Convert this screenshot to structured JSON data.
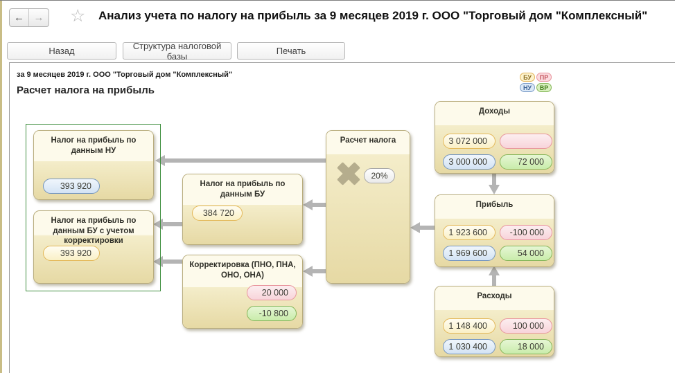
{
  "header": {
    "back_icon": "←",
    "forward_icon": "→",
    "favorite_icon": "☆",
    "title": "Анализ учета по налогу на прибыль за 9 месяцев 2019 г. ООО \"Торговый дом \"Комплексный\""
  },
  "toolbar": {
    "back_label": "Назад",
    "structure_label": "Структура налоговой базы",
    "print_label": "Печать"
  },
  "report": {
    "subtitle": "за 9 месяцев 2019 г. ООО \"Торговый дом \"Комплексный\"",
    "section_title": "Расчет налога на прибыль"
  },
  "legend": {
    "bu": "БУ",
    "pr": "ПР",
    "nu": "НУ",
    "vr": "ВР"
  },
  "diagram": {
    "tax_nu": {
      "title": "Налог на прибыль по данным НУ",
      "value": "393 920"
    },
    "tax_bu_corrected": {
      "title": "Налог на прибыль по данным БУ с учетом корректировки",
      "value": "393 920"
    },
    "tax_bu": {
      "title": "Налог на прибыль по данным БУ",
      "value": "384 720"
    },
    "correction": {
      "title": "Корректировка (ПНО, ПНА, ОНО, ОНА)",
      "pr": "20 000",
      "vr": "-10 800"
    },
    "calc": {
      "title": "Расчет налога",
      "rate": "20%"
    },
    "income": {
      "title": "Доходы",
      "bu": "3 072 000",
      "pr": "",
      "nu": "3 000 000",
      "vr": "72 000"
    },
    "profit": {
      "title": "Прибыль",
      "bu": "1 923 600",
      "pr": "-100 000",
      "nu": "1 969 600",
      "vr": "54 000"
    },
    "expenses": {
      "title": "Расходы",
      "bu": "1 148 400",
      "pr": "100 000",
      "nu": "1 030 400",
      "vr": "18 000"
    }
  },
  "colors": {
    "bu_border": "#e3b757",
    "pr_border": "#e8949c",
    "nu_border": "#7395bf",
    "vr_border": "#84b558",
    "block_border": "#b9ad7e",
    "block_header": "#fdfaeb",
    "block_body": "#eee3b6",
    "frame_green": "#3e8e3e",
    "arrow_gray": "#b4b4b4"
  }
}
